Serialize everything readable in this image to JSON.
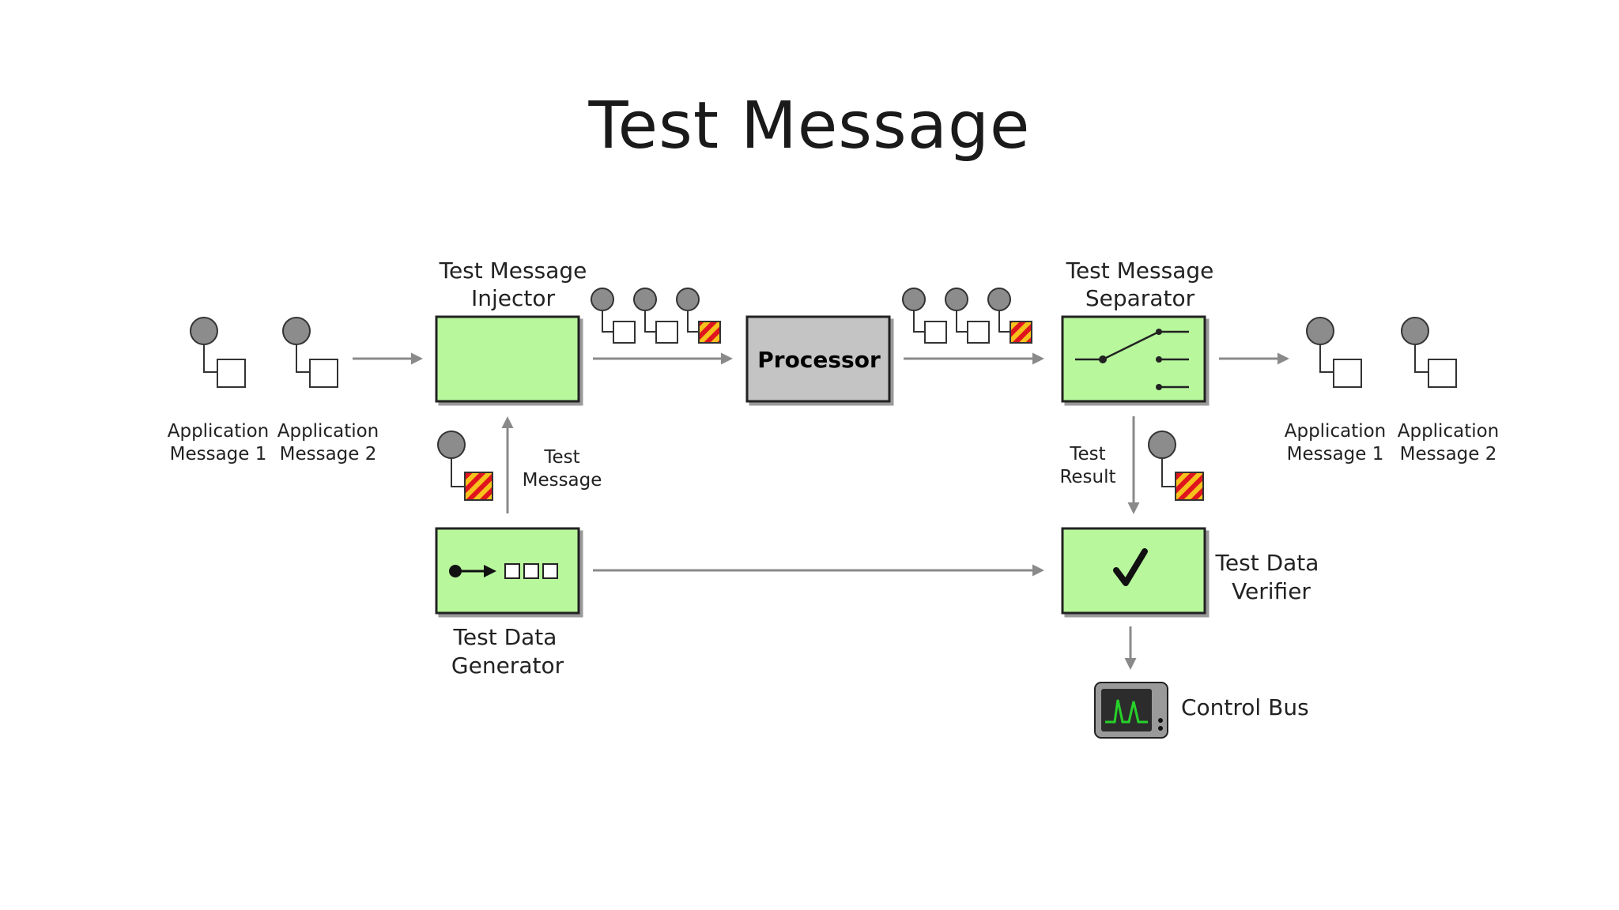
{
  "slide": {
    "title": "Test Message"
  },
  "diagram": {
    "left_messages": [
      {
        "line1": "Application",
        "line2": "Message 1"
      },
      {
        "line1": "Application",
        "line2": "Message 2"
      }
    ],
    "right_messages": [
      {
        "line1": "Application",
        "line2": "Message 1"
      },
      {
        "line1": "Application",
        "line2": "Message 2"
      }
    ],
    "injector": {
      "line1": "Test Message",
      "line2": "Injector"
    },
    "processor": {
      "label": "Processor"
    },
    "separator": {
      "line1": "Test Message",
      "line2": "Separator"
    },
    "generator": {
      "line1": "Test Data",
      "line2": "Generator"
    },
    "verifier": {
      "line1": "Test Data",
      "line2": "Verifier"
    },
    "test_message": {
      "line1": "Test",
      "line2": "Message"
    },
    "test_result": {
      "line1": "Test",
      "line2": "Result"
    },
    "control_bus": {
      "label": "Control Bus"
    },
    "colors": {
      "component_fill": "#b8f79c",
      "processor_fill": "#c4c4c4",
      "message_ball": "#8c8c8c",
      "arrow": "#8a8a8a",
      "test_stripe_red": "#e0141e",
      "test_stripe_yellow": "#f7c21c",
      "monitor_signal": "#27d12a"
    },
    "icons": [
      "message-icon",
      "test-message-icon",
      "switch-icon",
      "generator-sequence-icon",
      "checkmark-icon",
      "monitor-icon"
    ]
  }
}
